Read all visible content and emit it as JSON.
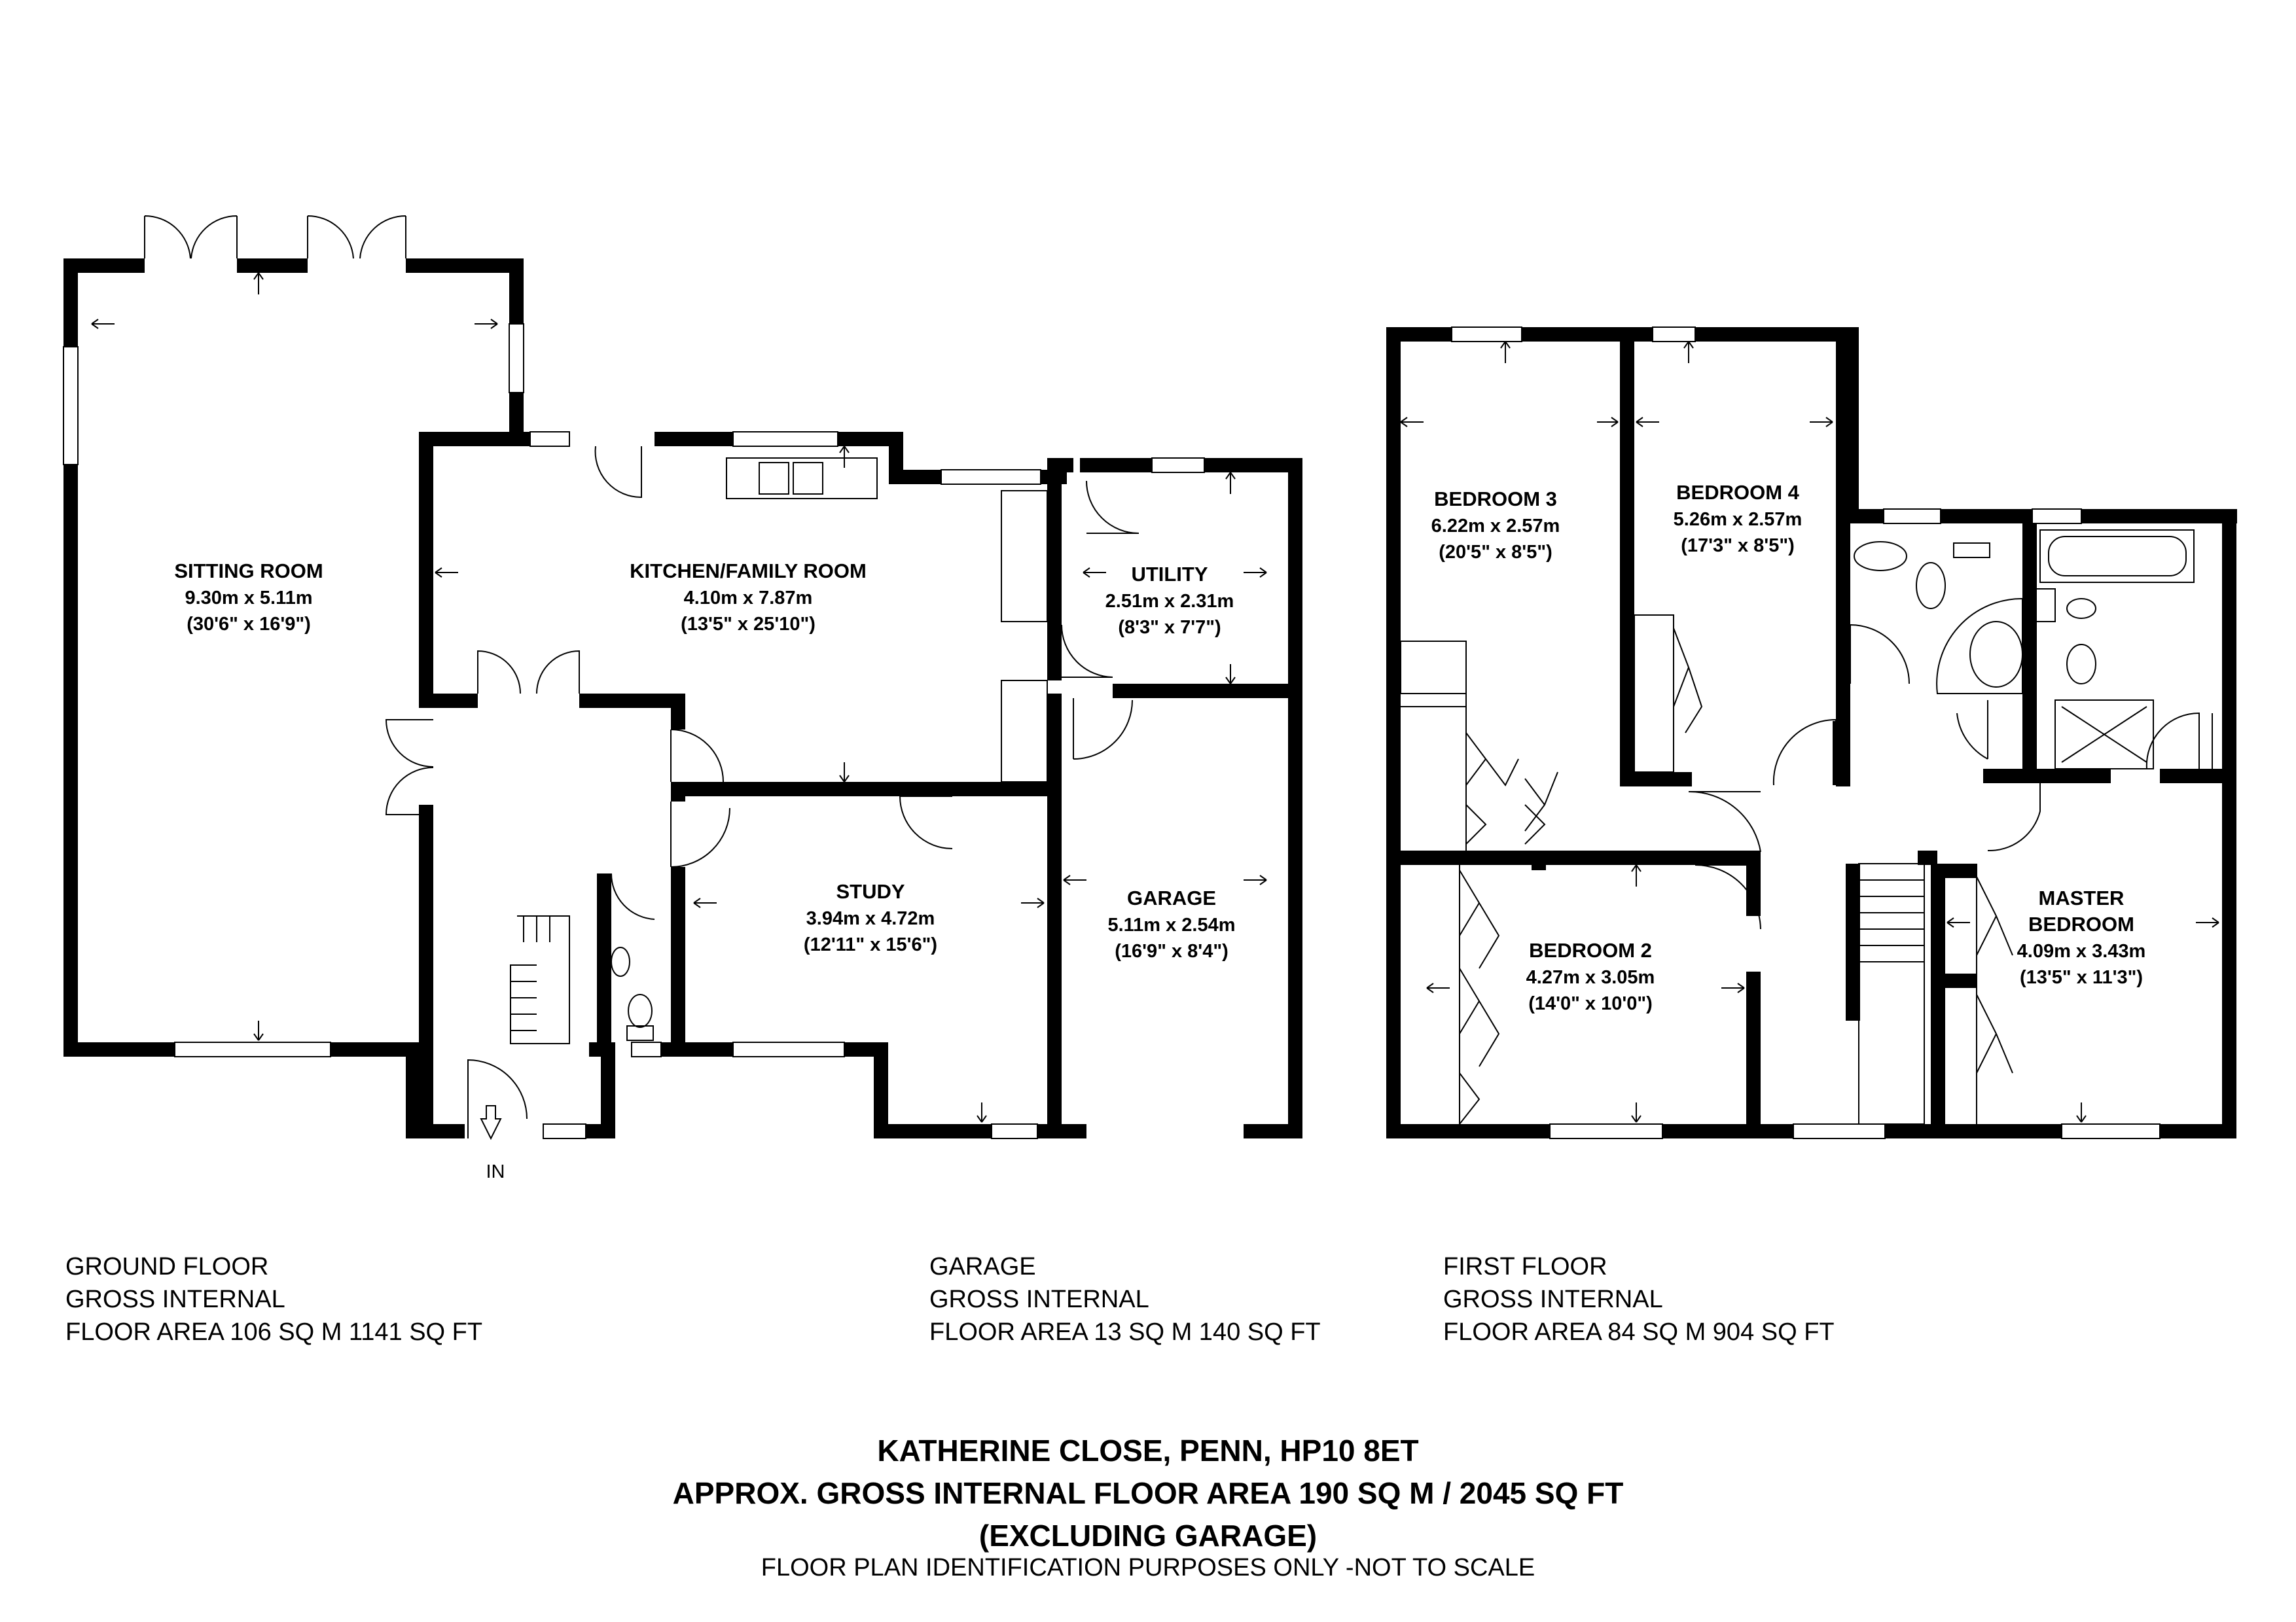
{
  "rooms": {
    "sitting_room": {
      "name": "SITTING ROOM",
      "metric": "9.30m x 5.11m",
      "imperial": "(30'6\" x 16'9\")"
    },
    "kitchen": {
      "name": "KITCHEN/FAMILY ROOM",
      "metric": "4.10m x 7.87m",
      "imperial": "(13'5\" x 25'10\")"
    },
    "utility": {
      "name": "UTILITY",
      "metric": "2.51m x 2.31m",
      "imperial": "(8'3\" x 7'7\")"
    },
    "study": {
      "name": "STUDY",
      "metric": "3.94m x 4.72m",
      "imperial": "(12'11\" x 15'6\")"
    },
    "garage": {
      "name": "GARAGE",
      "metric": "5.11m x 2.54m",
      "imperial": "(16'9\" x 8'4\")"
    },
    "bedroom3": {
      "name": "BEDROOM 3",
      "metric": "6.22m x 2.57m",
      "imperial": "(20'5\" x 8'5\")"
    },
    "bedroom4": {
      "name": "BEDROOM 4",
      "metric": "5.26m x 2.57m",
      "imperial": "(17'3\" x 8'5\")"
    },
    "bedroom2": {
      "name": "BEDROOM 2",
      "metric": "4.27m x 3.05m",
      "imperial": "(14'0\" x 10'0\")"
    },
    "master": {
      "name_line1": "MASTER",
      "name_line2": "BEDROOM",
      "metric": "4.09m x 3.43m",
      "imperial": "(13'5\" x 11'3\")"
    }
  },
  "entrance_label": "IN",
  "areas": {
    "ground": [
      "GROUND FLOOR",
      "GROSS INTERNAL",
      "FLOOR AREA 106 SQ M 1141 SQ FT"
    ],
    "garage": [
      "GARAGE",
      "GROSS INTERNAL",
      "FLOOR AREA 13 SQ M 140 SQ FT"
    ],
    "first": [
      "FIRST FLOOR",
      "GROSS INTERNAL",
      "FLOOR AREA 84 SQ M 904 SQ FT"
    ]
  },
  "title": {
    "address": "KATHERINE CLOSE, PENN, HP10 8ET",
    "total": "APPROX. GROSS INTERNAL FLOOR AREA 190 SQ M / 2045 SQ FT",
    "excluding": "(EXCLUDING GARAGE)",
    "disclaimer": "FLOOR PLAN IDENTIFICATION PURPOSES ONLY -NOT TO SCALE"
  }
}
